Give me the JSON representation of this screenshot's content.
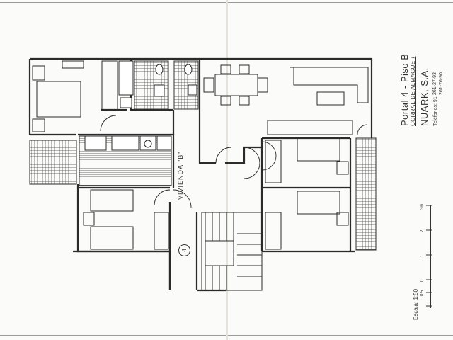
{
  "document": {
    "type": "architectural floor plan (scanned)",
    "background_color": "#fbfbf9",
    "line_color": "#2b2b2b"
  },
  "title_block": {
    "line1": "Portal 4 - Piso B",
    "line2": "CORRAL DE ALMAGUER",
    "company": "NUARK, S.A.",
    "phone_label": "Teléfonos: 91 -",
    "phone1": "261-27-93",
    "phone2": "261-76-90"
  },
  "plan": {
    "unit_label": "VIVIENDA \"B\"",
    "portal_number": "4",
    "rooms": [
      {
        "name": "master-bedroom",
        "furniture": [
          "double-bed",
          "nightstands",
          "wardrobe"
        ]
      },
      {
        "name": "bathroom-1",
        "furniture": [
          "bathtub",
          "toilet",
          "bidet",
          "sink"
        ]
      },
      {
        "name": "bathroom-2",
        "furniture": [
          "toilet",
          "sink"
        ]
      },
      {
        "name": "kitchen",
        "furniture": [
          "stove",
          "sink",
          "washing-machine"
        ]
      },
      {
        "name": "bedroom-2",
        "furniture": [
          "two-single-beds",
          "desk"
        ]
      },
      {
        "name": "living-dining",
        "furniture": [
          "dining-table",
          "six-chairs",
          "l-sofa",
          "coffee-table"
        ]
      },
      {
        "name": "bedroom-3",
        "furniture": [
          "single-bed",
          "nightstand",
          "wardrobe"
        ]
      },
      {
        "name": "bedroom-4",
        "furniture": [
          "single-bed",
          "nightstand",
          "wardrobe"
        ]
      },
      {
        "name": "staircase"
      },
      {
        "name": "terrace-left"
      },
      {
        "name": "terrace-right"
      }
    ]
  },
  "scale": {
    "label": "Escala: 1:50",
    "ticks": [
      "0.5",
      "0",
      "1",
      "2",
      "3m"
    ]
  }
}
